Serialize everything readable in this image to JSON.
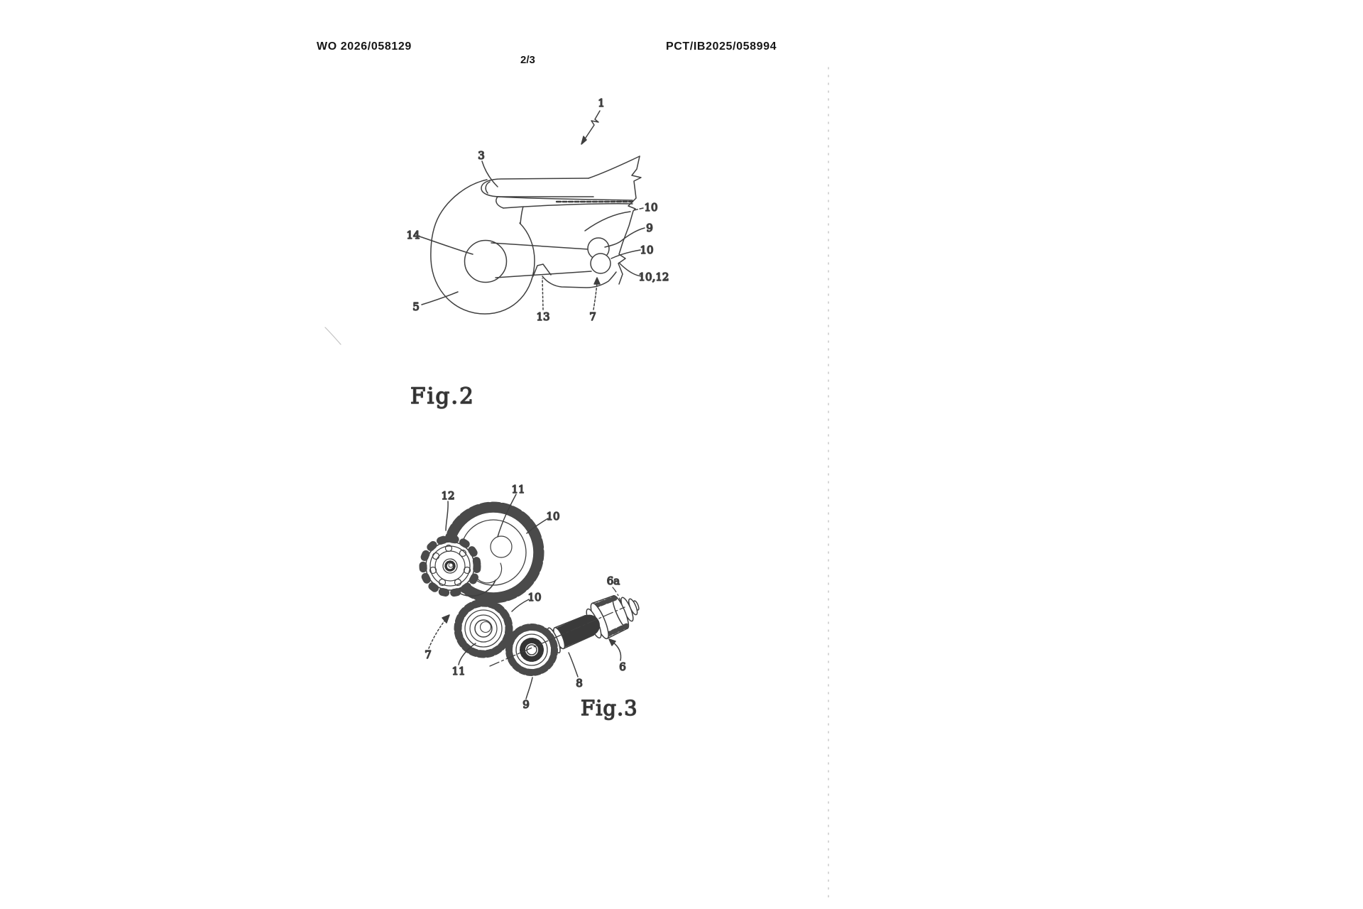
{
  "header": {
    "left": "WO 2026/058129",
    "right": "PCT/IB2025/058994",
    "page": "2/3"
  },
  "fig2": {
    "caption": "Fig.2",
    "labels": {
      "n1": "1",
      "n3": "3",
      "n14": "14",
      "n10_top": "10",
      "n9": "9",
      "n10_mid": "10",
      "n10_12": "10,12",
      "n5": "5",
      "n13": "13",
      "n7": "7"
    }
  },
  "fig3": {
    "caption": "Fig.3",
    "labels": {
      "n12": "12",
      "n11_top": "11",
      "n10_top": "10",
      "n6a": "6a",
      "n10_mid": "10",
      "n7": "7",
      "n11_bot": "11",
      "n9": "9",
      "n8": "8",
      "n6": "6"
    }
  },
  "colors": {
    "line": "#3f3f3f",
    "teeth": "#4a4a4a",
    "spline": "#3a3a3a",
    "page_edge_dots": "#c9c9c9"
  }
}
